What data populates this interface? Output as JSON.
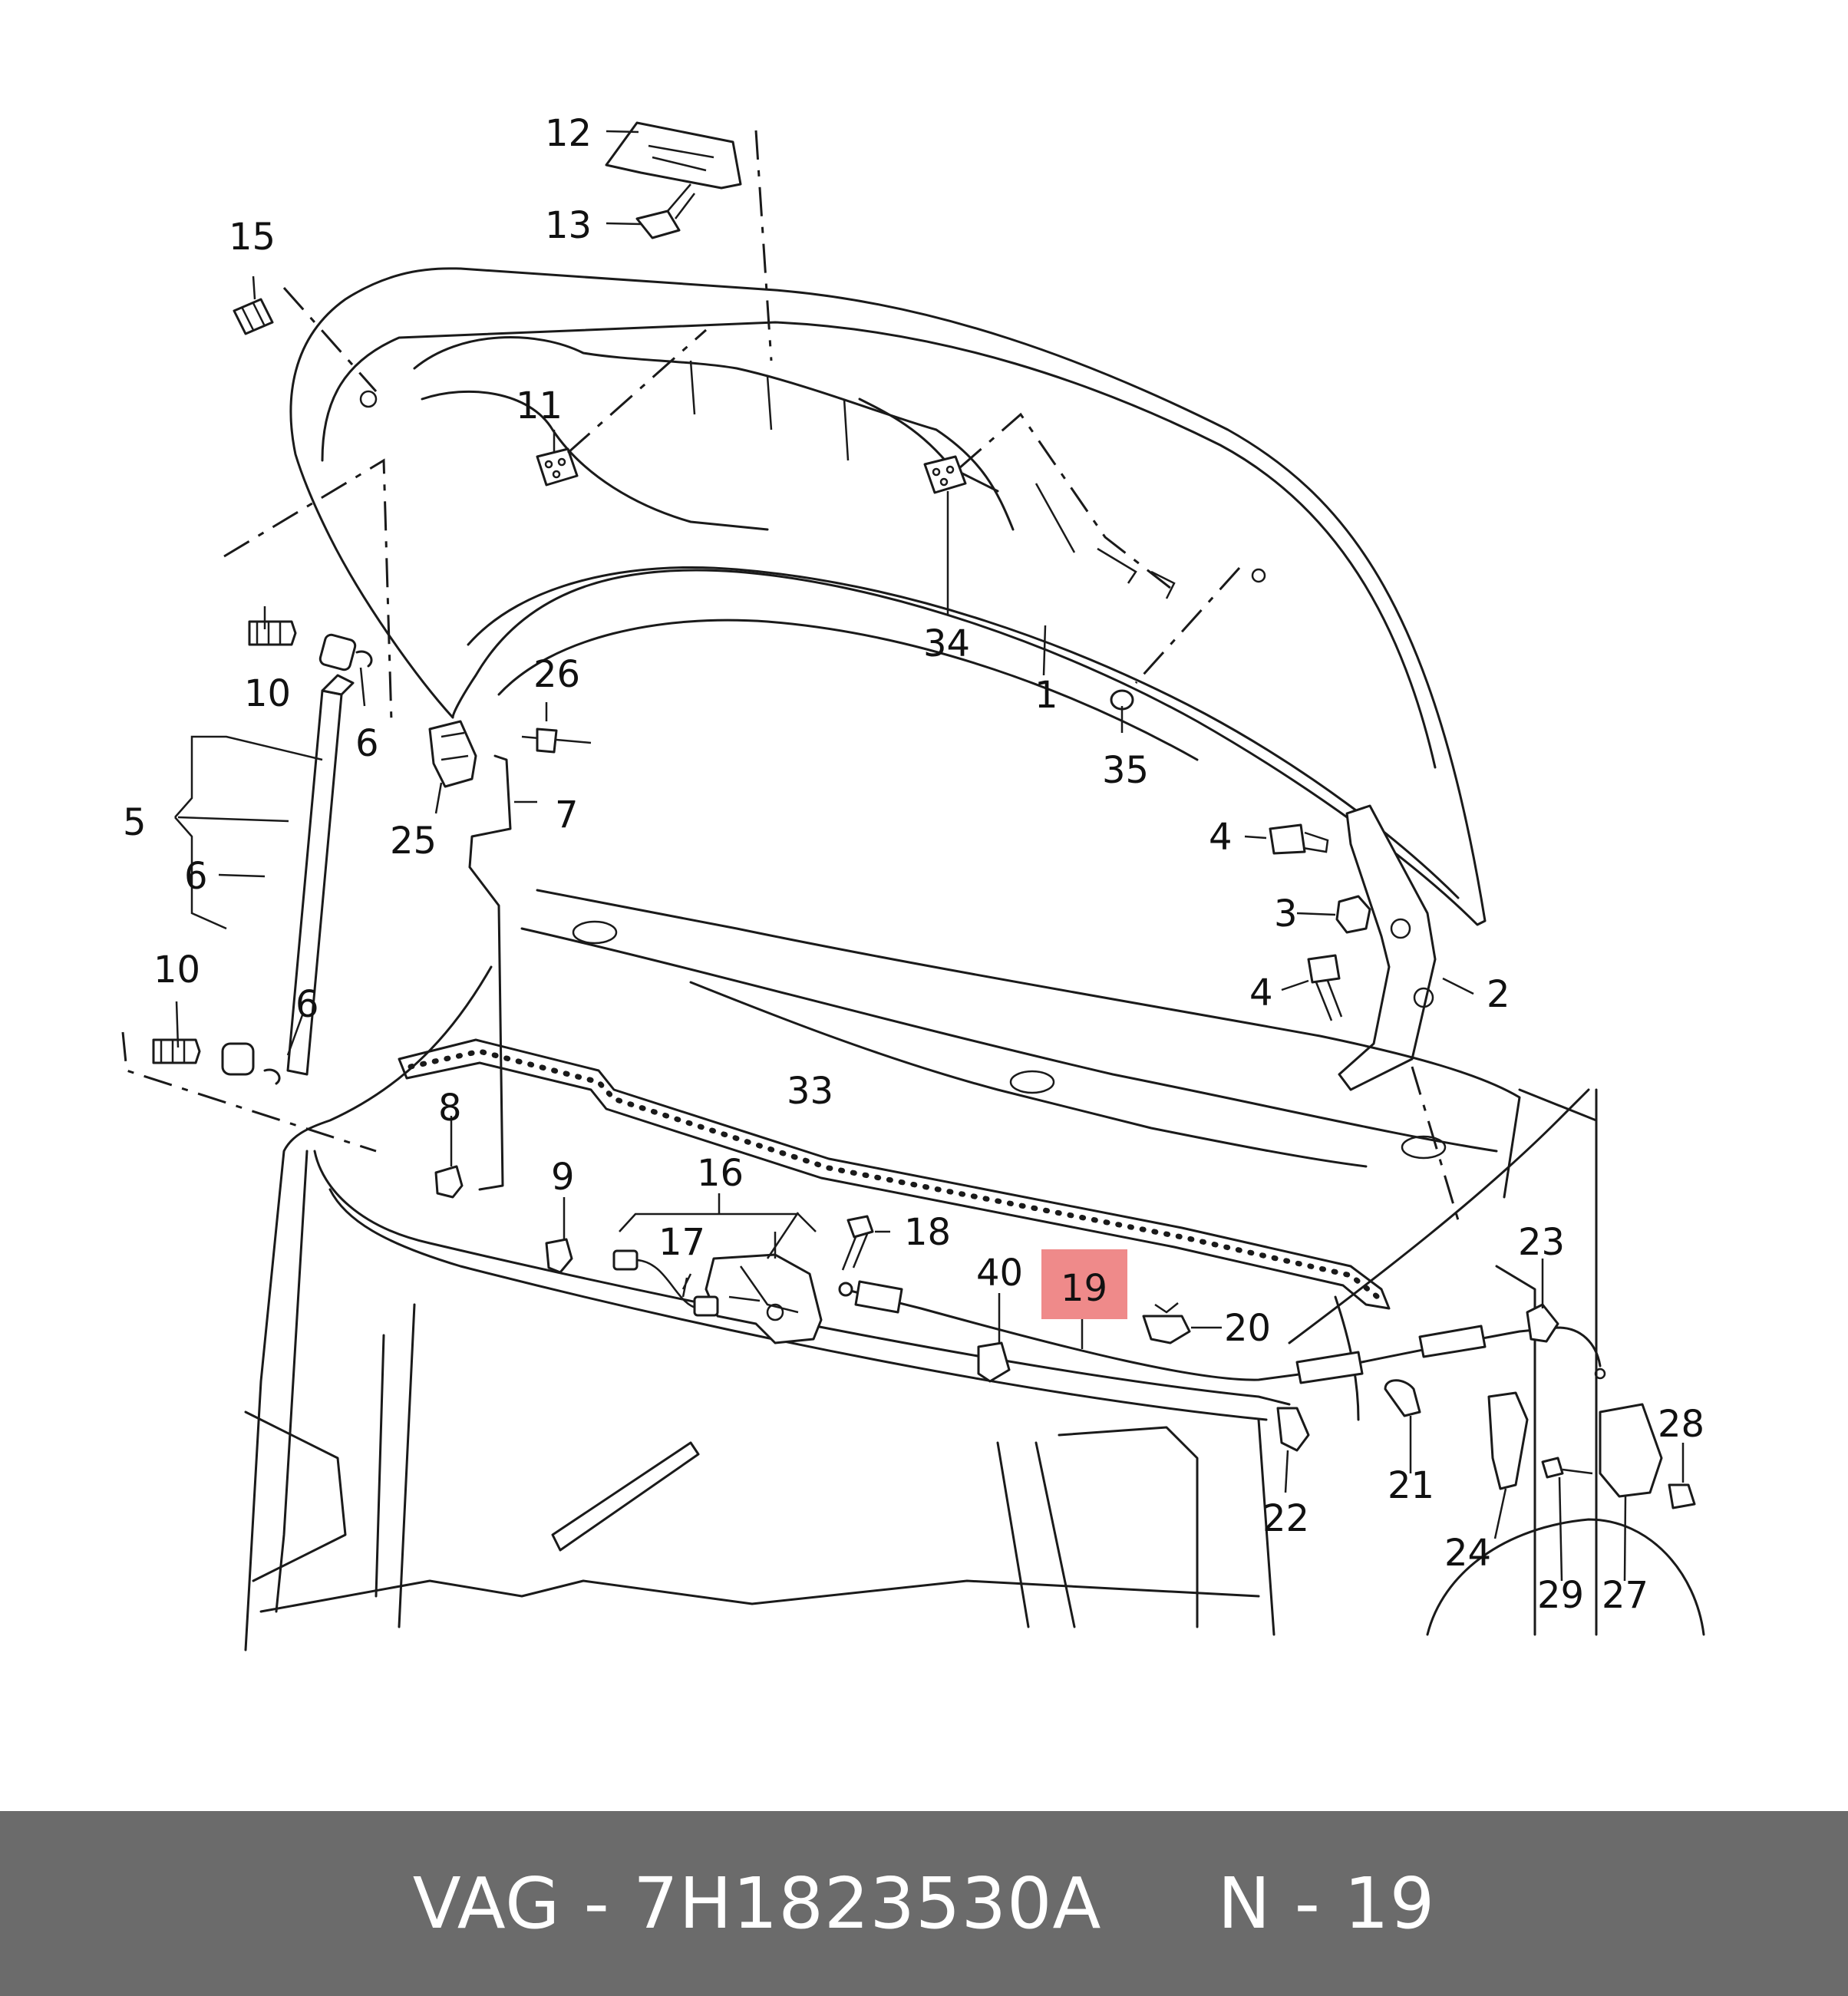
{
  "labels": {
    "l1": "1",
    "l2": "2",
    "l3": "3",
    "l4a": "4",
    "l4b": "4",
    "l5": "5",
    "l6a": "6",
    "l6b": "6",
    "l6c": "6",
    "l7": "7",
    "l8": "8",
    "l9": "9",
    "l10a": "10",
    "l10b": "10",
    "l11": "11",
    "l12": "12",
    "l13": "13",
    "l15": "15",
    "l16": "16",
    "l17": "17",
    "l18": "18",
    "l19": "19",
    "l20": "20",
    "l21": "21",
    "l22": "22",
    "l23": "23",
    "l24": "24",
    "l25": "25",
    "l26": "26",
    "l27": "27",
    "l28": "28",
    "l29": "29",
    "l33": "33",
    "l34": "34",
    "l35": "35",
    "l40": "40"
  },
  "highlight": {
    "part": "19",
    "color": "#ef8a8a"
  },
  "footer": {
    "text": "VAG - 7H1823530A     N - 19",
    "background": "#6b6b6b"
  }
}
